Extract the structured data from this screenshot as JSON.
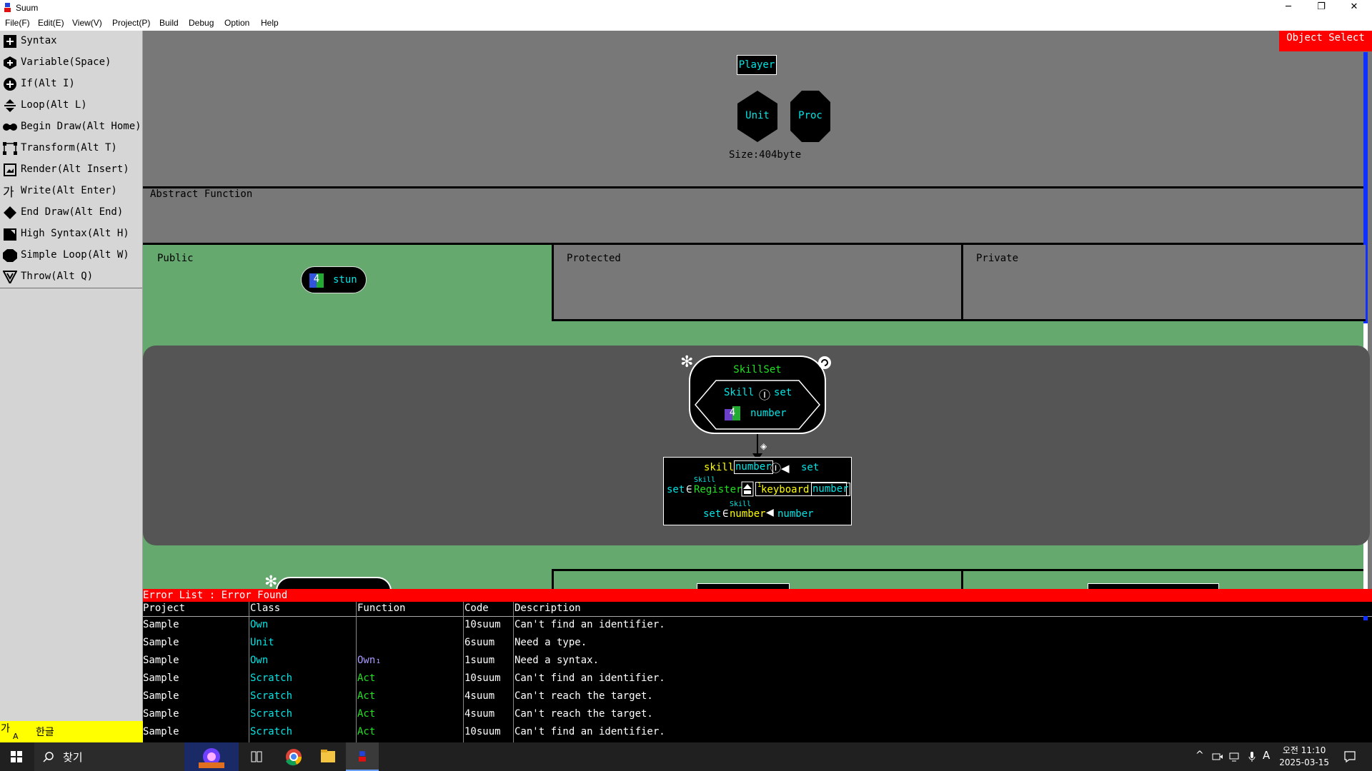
{
  "window": {
    "title": "Suum",
    "controls": {
      "minimize": "─",
      "maximize": "❐",
      "close": "✕"
    }
  },
  "menu": [
    "File(F)",
    "Edit(E)",
    "View(V)",
    "Project(P)",
    "Build",
    "Debug",
    "Option",
    "Help"
  ],
  "toolbar": [
    {
      "label": "Syntax",
      "icon": "plus-square-icon"
    },
    {
      "label": "Variable(Space)",
      "icon": "plus-hexagon-icon"
    },
    {
      "label": "If(Alt I)",
      "icon": "plus-circle-icon"
    },
    {
      "label": "Loop(Alt L)",
      "icon": "loop-arrows-icon"
    },
    {
      "label": "Begin Draw(Alt Home)",
      "icon": "begin-draw-icon"
    },
    {
      "label": "Transform(Alt T)",
      "icon": "transform-icon"
    },
    {
      "label": "Render(Alt Insert)",
      "icon": "render-icon"
    },
    {
      "label": "Write(Alt Enter)",
      "icon": "write-ga-icon"
    },
    {
      "label": "End Draw(Alt End)",
      "icon": "diamond-icon"
    },
    {
      "label": "High Syntax(Alt H)",
      "icon": "high-syntax-icon"
    },
    {
      "label": "Simple Loop(Alt W)",
      "icon": "octagon-icon"
    },
    {
      "label": "Throw(Alt Q)",
      "icon": "throw-shield-icon"
    }
  ],
  "ime": {
    "mode_top": "가",
    "mode_bottom": "A",
    "label": "한글"
  },
  "canvas": {
    "object_select": "Object Select",
    "object": {
      "name": "Player",
      "nodes": [
        "Unit",
        "Proc"
      ],
      "size": "Size:404byte"
    },
    "abstract_label": "Abstract Function",
    "sections": {
      "public": "Public",
      "protected": "Protected",
      "private": "Private"
    },
    "public_item": {
      "badge": "4",
      "name": "stun"
    },
    "skillset": {
      "title": "SkillSet",
      "param_type": "Skill",
      "param_name": "set",
      "param_badge": "4",
      "param_sub": "number"
    },
    "code_block": {
      "line1": {
        "name": "skill",
        "type": "number",
        "target": "set"
      },
      "line2": {
        "var": "set",
        "op": "∈",
        "sup": "Skill",
        "call": "Register",
        "kbd_sup": "1",
        "arg": "keyboard",
        "arg_type": "number"
      },
      "line3": {
        "var": "set",
        "op": "∈",
        "sup": "Skill",
        "name": "number",
        "value": "number"
      }
    }
  },
  "error_list": {
    "header": "Error List : Error Found",
    "columns": [
      "Project",
      "Class",
      "Function",
      "Code",
      "Description"
    ],
    "rows": [
      {
        "project": "Sample",
        "class": "Own",
        "function": "",
        "code": "10suum",
        "desc": "Can't find an identifier."
      },
      {
        "project": "Sample",
        "class": "Unit",
        "function": "",
        "code": "6suum",
        "desc": "Need a type."
      },
      {
        "project": "Sample",
        "class": "Own",
        "function": "Own₁",
        "code": "1suum",
        "desc": "Need a syntax."
      },
      {
        "project": "Sample",
        "class": "Scratch",
        "function": "Act",
        "code": "10suum",
        "desc": "Can't find an identifier."
      },
      {
        "project": "Sample",
        "class": "Scratch",
        "function": "Act",
        "code": "4suum",
        "desc": "Can't reach the target."
      },
      {
        "project": "Sample",
        "class": "Scratch",
        "function": "Act",
        "code": "4suum",
        "desc": "Can't reach the target."
      },
      {
        "project": "Sample",
        "class": "Scratch",
        "function": "Act",
        "code": "10suum",
        "desc": "Can't find an identifier."
      }
    ]
  },
  "taskbar": {
    "search": "찾기",
    "tray_lang": "A",
    "time_top": "오전 11:10",
    "time_bottom": "2025-03-15"
  },
  "colors": {
    "canvas_gray": "#787878",
    "public_green": "#65a96f",
    "panel_dark": "#555555",
    "error_red": "#ff0000",
    "cyan": "#00e5e5",
    "green_text": "#22e022",
    "yellow": "#ffff00"
  }
}
